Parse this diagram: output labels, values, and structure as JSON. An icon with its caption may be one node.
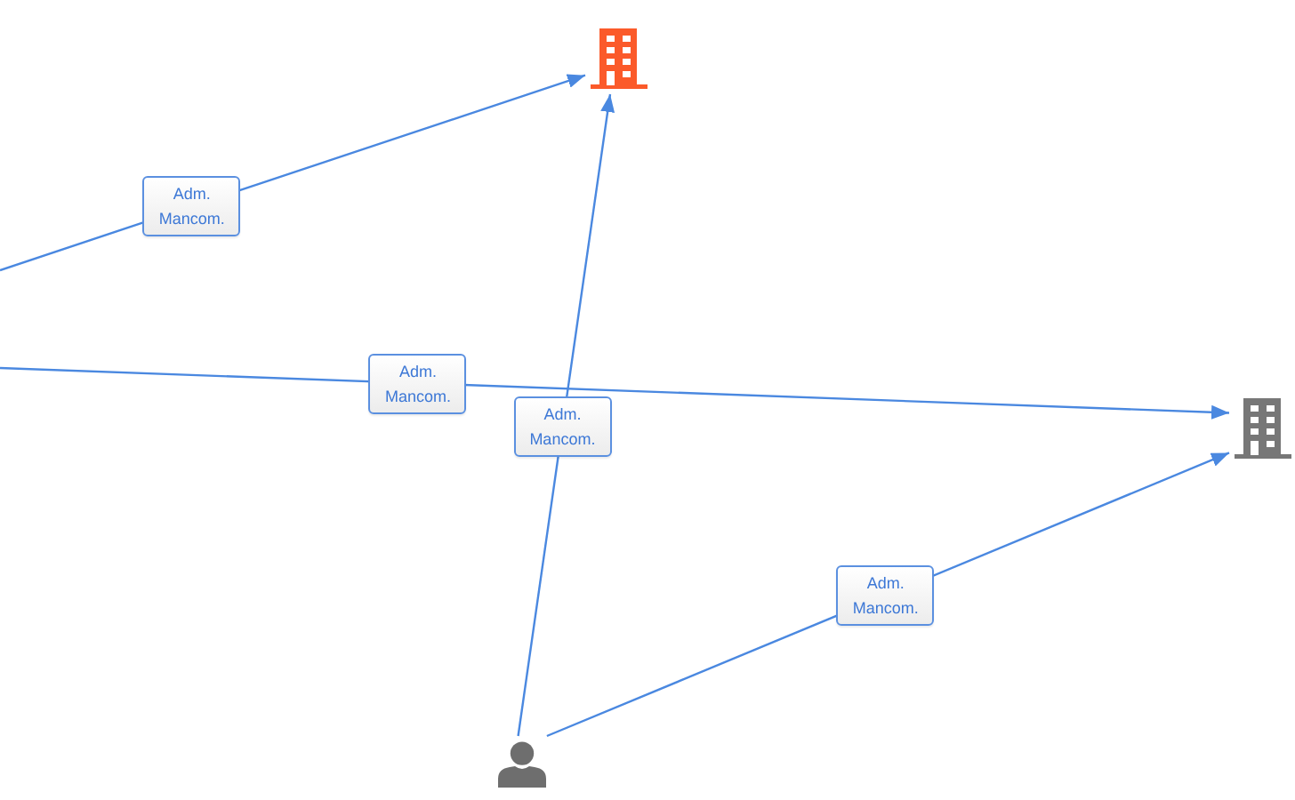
{
  "diagram": {
    "nodes": [
      {
        "text": [],
        "shape": "building"
      },
      {
        "text": [],
        "shape": "building"
      },
      {
        "text": [],
        "shape": "person"
      }
    ],
    "edges": [
      {
        "from": null,
        "to": 0,
        "arrow": "to",
        "label": "Adm. Mancom."
      },
      {
        "from": null,
        "to": 1,
        "arrow": "to",
        "label": "Adm. Mancom."
      },
      {
        "from": 2,
        "to": 0,
        "arrow": "to",
        "label": "Adm. Mancom."
      },
      {
        "from": 2,
        "to": 1,
        "arrow": "to",
        "label": "Adm. Mancom."
      }
    ]
  }
}
